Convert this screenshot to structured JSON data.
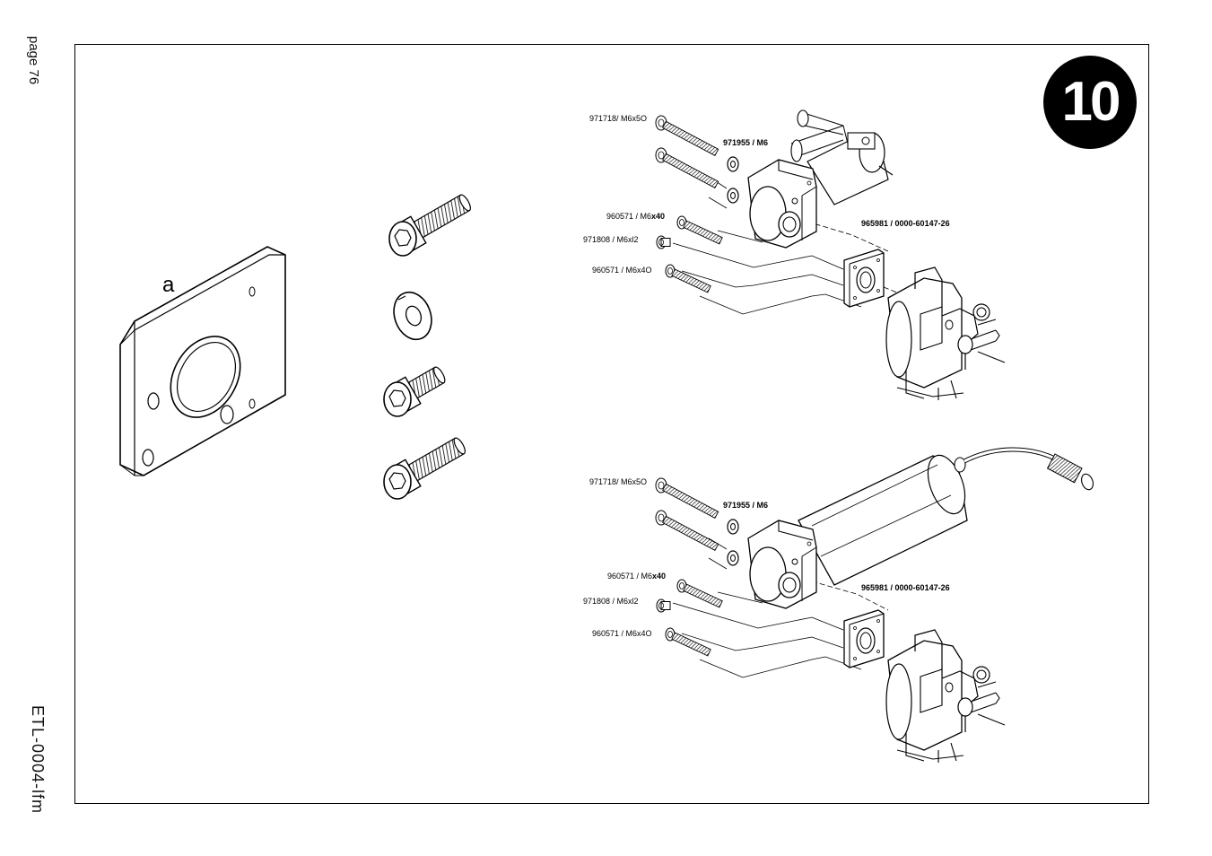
{
  "page": {
    "page_label": "page 76",
    "document_id": "ETL-0004-lfm",
    "section_number": "10"
  },
  "part_a": {
    "letter": "a"
  },
  "assembly_top": {
    "labels": {
      "screw_long": "971718/ M6x5O",
      "washer": "971955 / M6",
      "screw_40_a": "960571 / M6",
      "screw_40_a_suffix": "x40",
      "screw_12": "971808 / M6xl2",
      "screw_40_b": "960571 / M6x4O",
      "plate": "965981 / 0000-60147-26"
    }
  },
  "assembly_bottom": {
    "labels": {
      "screw_long": "971718/ M6x5O",
      "washer": "971955 / M6",
      "screw_40_a": "960571 / M6",
      "screw_40_a_suffix": "x40",
      "screw_12": "971808 / M6xl2",
      "screw_40_b": "960571 / M6x4O",
      "plate": "965981 / 0000-60147-26"
    }
  }
}
